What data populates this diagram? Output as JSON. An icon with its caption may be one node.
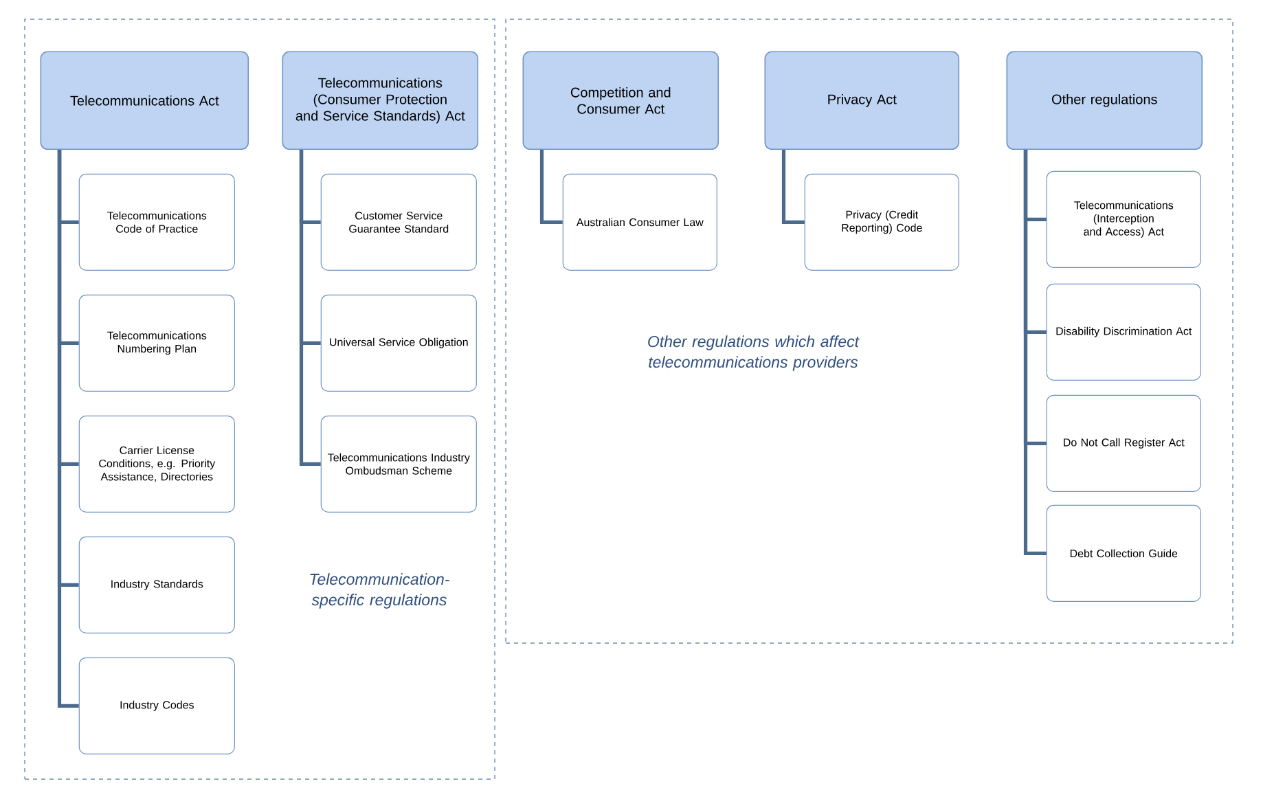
{
  "diagram": {
    "nodes": [
      {
        "text": [
          "Telecommunication-specific regulations"
        ]
      },
      {
        "text": [
          "Telecommunications Act"
        ],
        "in": 0
      },
      {
        "text": [
          "Telecommunications Code of Practice"
        ],
        "in": 0
      },
      {
        "text": [
          "Telecommunications Numbering Plan"
        ],
        "in": 0
      },
      {
        "text": [
          "Carrier License Conditions, e.g. Priority Assistance, Directories"
        ],
        "in": 0
      },
      {
        "text": [
          "Industry Standards"
        ],
        "in": 0
      },
      {
        "text": [
          "Industry Codes"
        ],
        "in": 0
      },
      {
        "text": [
          "Telecommunications (Consumer Protection and Service Standards) Act"
        ],
        "in": 0
      },
      {
        "text": [
          "Customer Service Guarantee Standard"
        ],
        "in": 0
      },
      {
        "text": [
          "Universal Service Obligation"
        ],
        "in": 0
      },
      {
        "text": [
          "Telecommunications Industry Ombudsman Scheme"
        ],
        "in": 0
      },
      {
        "text": [
          "Other regulations which affect telecommunications providers"
        ]
      },
      {
        "text": [
          "Competition and Consumer Act"
        ],
        "in": 11
      },
      {
        "text": [
          "Australian Consumer Law"
        ],
        "in": 11
      },
      {
        "text": [
          "Privacy Act"
        ],
        "in": 11
      },
      {
        "text": [
          "Privacy (Credit Reporting) Code"
        ],
        "in": 11
      },
      {
        "text": [
          "Other regulations"
        ],
        "in": 11
      },
      {
        "text": [
          "Telecommunications (Interception and Access) Act"
        ],
        "in": 11
      },
      {
        "text": [
          "Disability Discrimination Act"
        ],
        "in": 11
      },
      {
        "text": [
          "Do Not Call Register Act"
        ],
        "in": 11
      },
      {
        "text": [
          "Debt Collection Guide"
        ],
        "in": 11
      }
    ],
    "edges": [
      {
        "from": 1,
        "to": 2,
        "arrow": "none"
      },
      {
        "from": 1,
        "to": 3,
        "arrow": "none"
      },
      {
        "from": 1,
        "to": 4,
        "arrow": "none"
      },
      {
        "from": 1,
        "to": 5,
        "arrow": "none"
      },
      {
        "from": 1,
        "to": 6,
        "arrow": "none"
      },
      {
        "from": 7,
        "to": 8,
        "arrow": "none"
      },
      {
        "from": 7,
        "to": 9,
        "arrow": "none"
      },
      {
        "from": 7,
        "to": 10,
        "arrow": "none"
      },
      {
        "from": 12,
        "to": 13,
        "arrow": "none"
      },
      {
        "from": 14,
        "to": 15,
        "arrow": "none"
      },
      {
        "from": 16,
        "to": 17,
        "arrow": "none"
      },
      {
        "from": 16,
        "to": 18,
        "arrow": "none"
      },
      {
        "from": 16,
        "to": 19,
        "arrow": "none"
      },
      {
        "from": 16,
        "to": 20,
        "arrow": "none"
      }
    ]
  }
}
